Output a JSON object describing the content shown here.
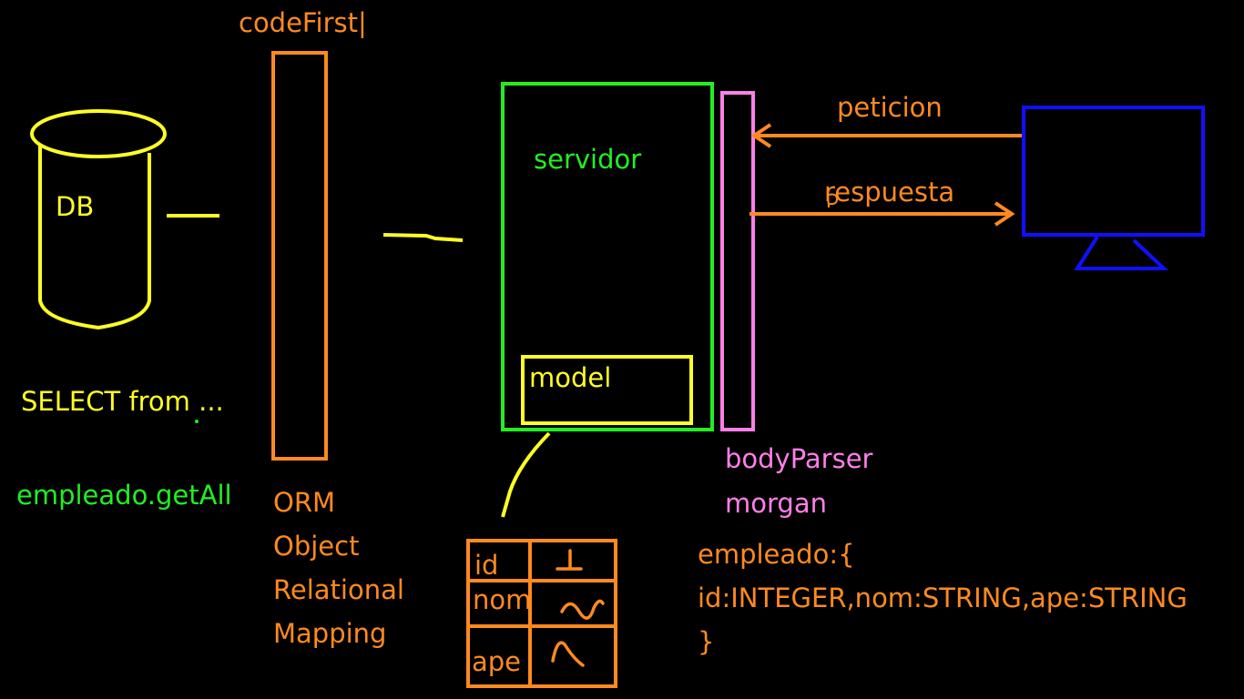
{
  "colors": {
    "orange": "#ff8a1e",
    "yellow": "#ffff22",
    "green": "#22ee22",
    "pink": "#ff7fe8",
    "blue": "#1010ff",
    "background": "#000000"
  },
  "labels": {
    "code_first": "codeFirst|",
    "db": "DB",
    "select": "SELECT from ...",
    "getall": "empleado.getAll",
    "orm": [
      "ORM",
      "Object",
      "Relational",
      "Mapping"
    ],
    "servidor": "servidor",
    "model": "model",
    "body_parser": "bodyParser",
    "morgan": "morgan",
    "peticion": "peticion",
    "respuesta": "respuesta",
    "empleado_def": [
      "empleado:{",
      "id:INTEGER,nom:STRING,ape:STRING",
      "}"
    ]
  },
  "table": {
    "rows": [
      "id",
      "nom",
      "ape"
    ]
  },
  "icons": {
    "database": "cylinder-icon",
    "client": "monitor-icon"
  }
}
